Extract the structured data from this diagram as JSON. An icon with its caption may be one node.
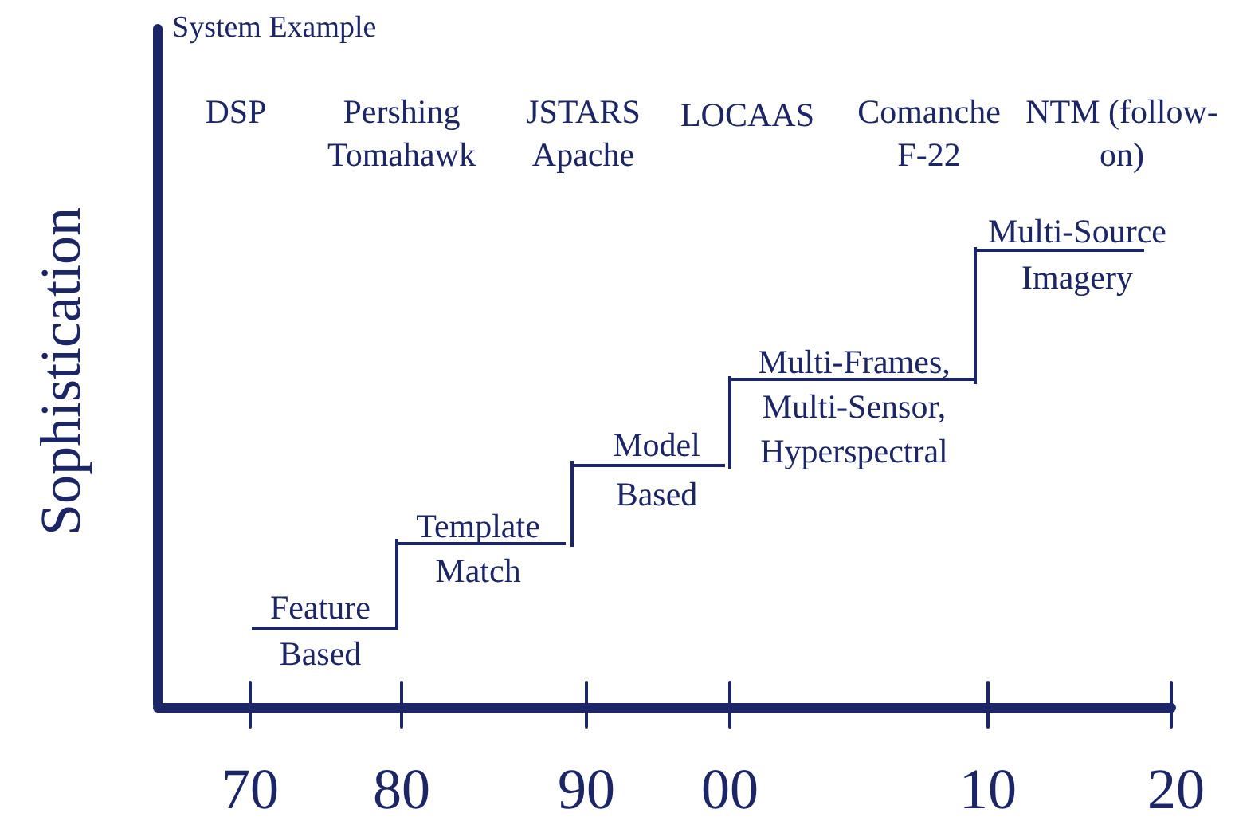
{
  "diagram": {
    "labels": [
      "System Example",
      "DSP",
      "Pershing Tomahawk",
      "JSTARS Apache",
      "LOCAAS",
      "Comanche F-22",
      "NTM (follow-on)",
      "Multi-Source Imagery",
      "Multi-Frames, Multi-Sensor, Hyperspectral",
      "Model Based",
      "Template Match",
      "Feature Based",
      "Sophistication",
      "70",
      "80",
      "90",
      "00",
      "10",
      "20"
    ]
  }
}
